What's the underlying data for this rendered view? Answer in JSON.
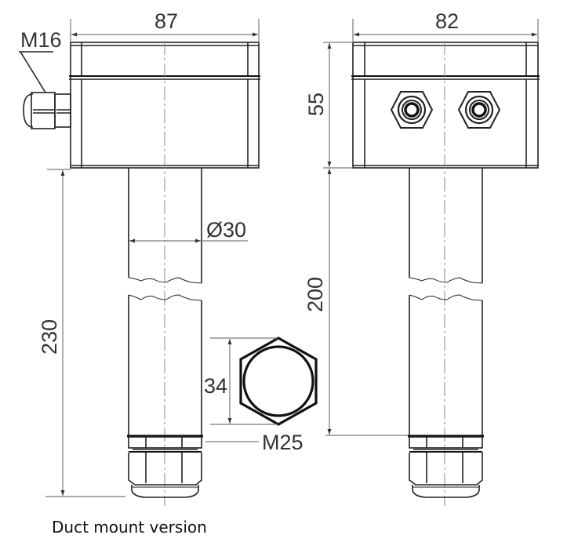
{
  "drawing": {
    "title": "Duct mount version",
    "views": [
      {
        "name": "side-view",
        "dimensions": {
          "width": "87",
          "total_height": "230",
          "tube_diameter": "Ø30",
          "cable_gland_side": "M16",
          "hex_across_flats": "34",
          "cable_gland_bottom": "M25"
        }
      },
      {
        "name": "front-view",
        "dimensions": {
          "width": "82",
          "housing_height": "55",
          "tube_length": "200"
        }
      }
    ]
  }
}
